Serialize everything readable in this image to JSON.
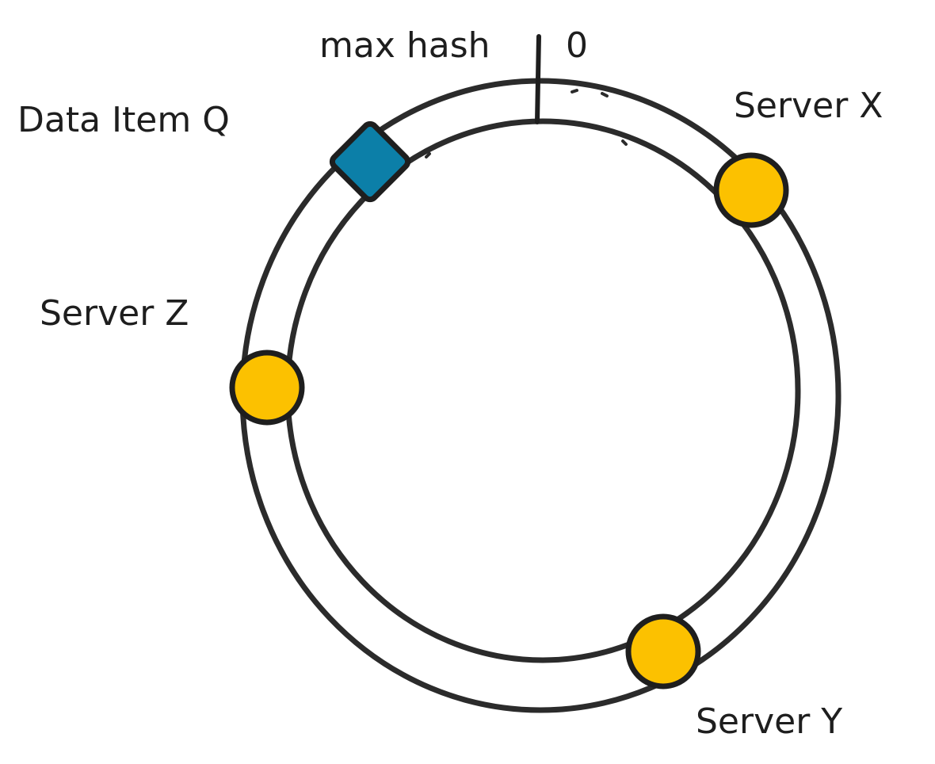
{
  "diagram": {
    "labels": {
      "max_hash": "max hash",
      "zero": "0",
      "data_item_q": "Data Item Q",
      "server_x": "Server X",
      "server_y": "Server Y",
      "server_z": "Server Z"
    },
    "colors": {
      "stroke": "#2b2b2b",
      "server_fill": "#fcc100",
      "data_item_fill": "#0c7fa8",
      "text": "#1e1e1e"
    },
    "icons": {
      "server": "circle",
      "data_item": "diamond"
    }
  }
}
